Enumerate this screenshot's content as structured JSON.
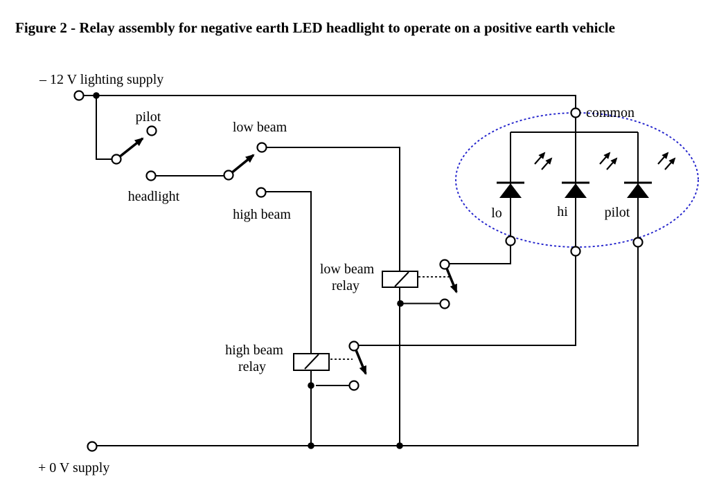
{
  "title": "Figure 2 - Relay assembly for negative earth LED headlight to operate on a positive earth vehicle",
  "supply": {
    "negative": "– 12 V lighting supply",
    "positive": "+ 0 V supply"
  },
  "switches": {
    "pilot_contact": "pilot",
    "headlight_contact": "headlight",
    "low_beam_contact": "low beam",
    "high_beam_contact": "high beam"
  },
  "relays": {
    "low_beam": {
      "line1": "low beam",
      "line2": "relay"
    },
    "high_beam": {
      "line1": "high beam",
      "line2": "relay"
    }
  },
  "headlamp": {
    "common": "common",
    "leds": {
      "lo": "lo",
      "hi": "hi",
      "pilot": "pilot"
    },
    "outline_color": "#2222cc"
  },
  "colors": {
    "wire": "#000000",
    "background": "#ffffff"
  }
}
